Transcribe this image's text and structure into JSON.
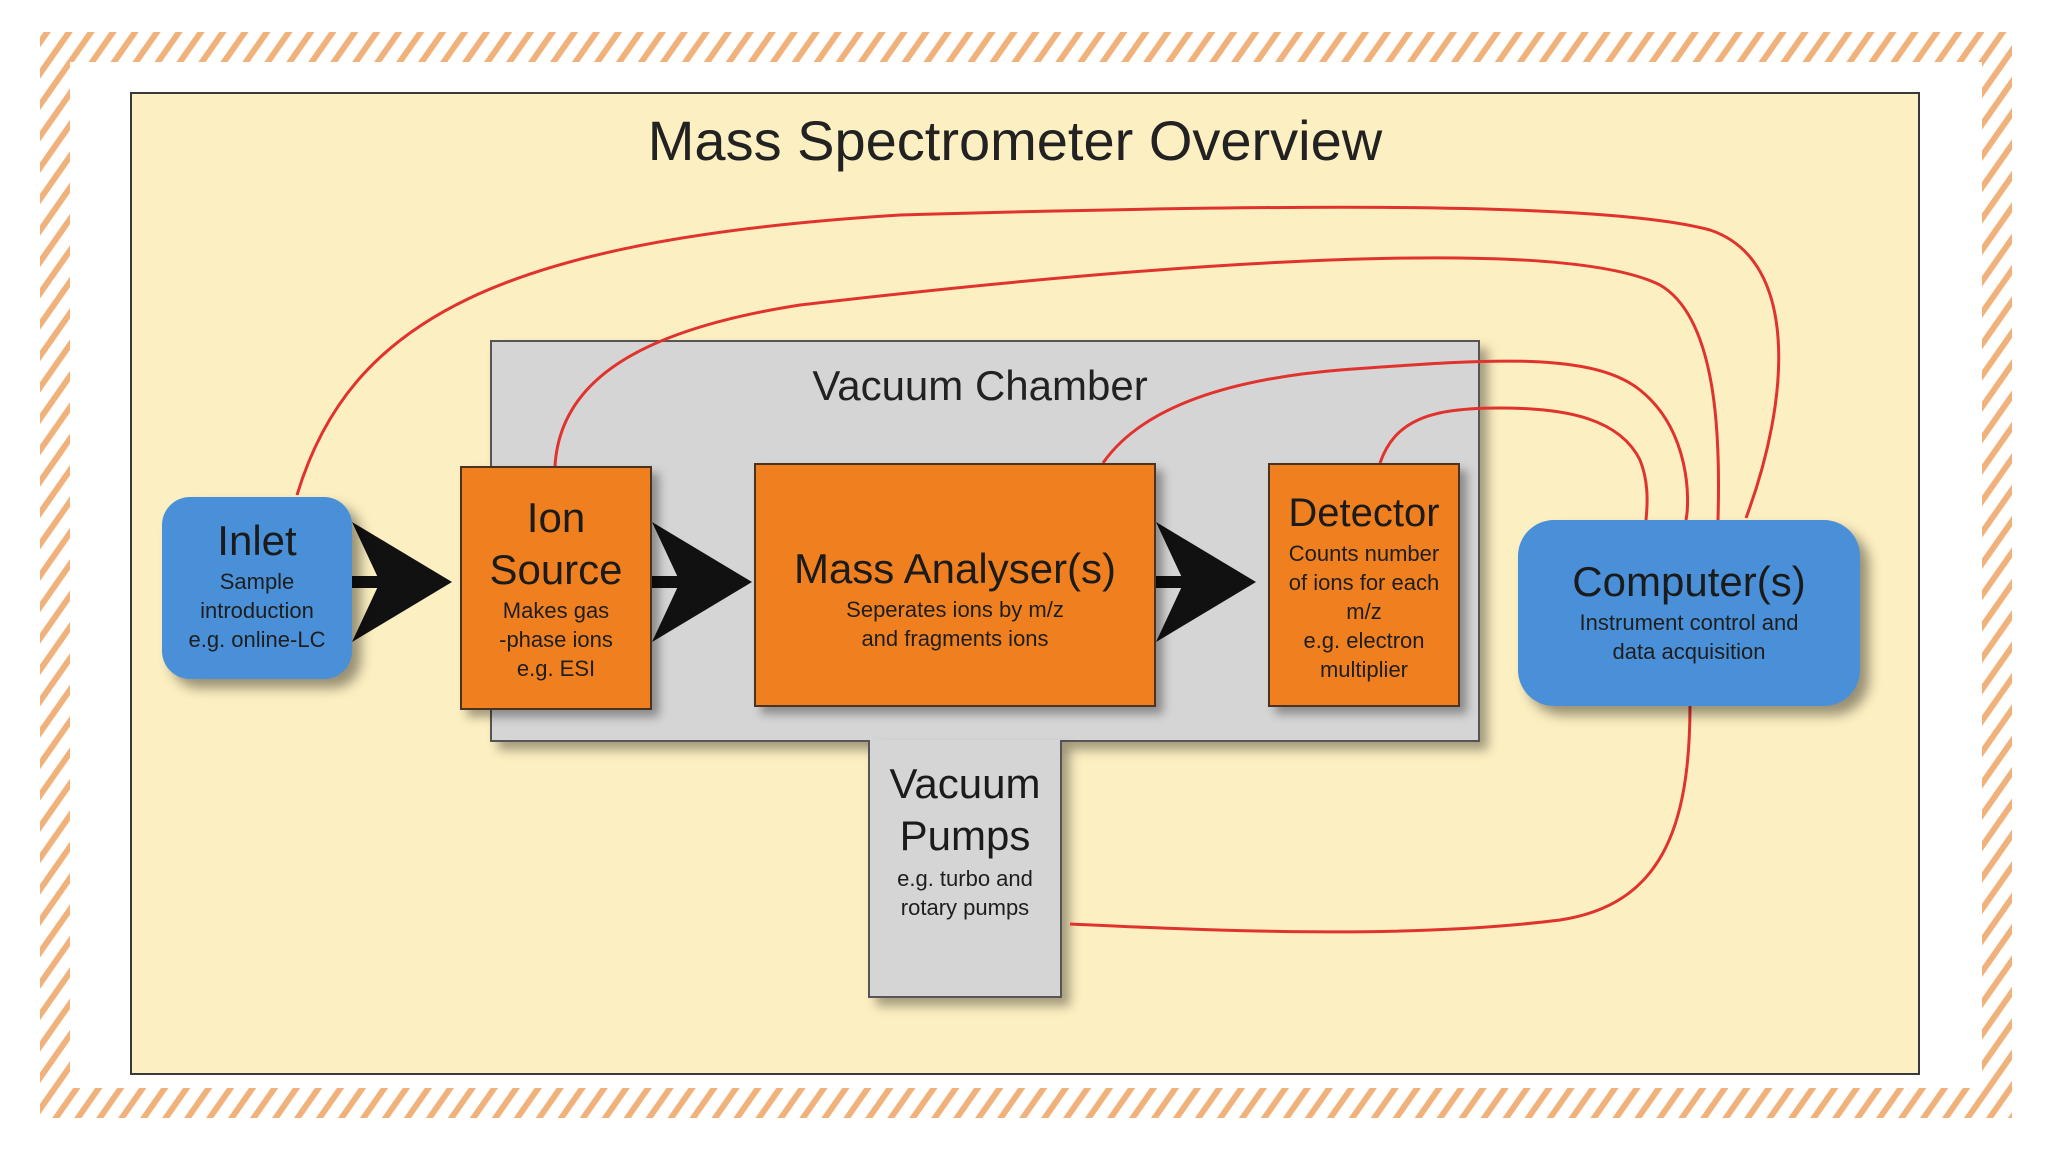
{
  "title": "Mass Spectrometer Overview",
  "vacuum_chamber": {
    "label": "Vacuum Chamber"
  },
  "inlet": {
    "name": "Inlet",
    "desc": [
      "Sample",
      "introduction",
      "e.g. online-LC"
    ]
  },
  "ion_source": {
    "name": [
      "Ion",
      "Source"
    ],
    "desc": [
      "Makes gas",
      "-phase ions",
      "e.g. ESI"
    ]
  },
  "mass_analyser": {
    "name": "Mass Analyser(s)",
    "desc": [
      "Seperates ions by m/z",
      "and fragments ions"
    ]
  },
  "detector": {
    "name": "Detector",
    "desc": [
      "Counts number",
      "of ions for each",
      "m/z",
      "e.g. electron",
      "multiplier"
    ]
  },
  "computer": {
    "name": "Computer(s)",
    "desc": [
      "Instrument control and",
      "data acquisition"
    ]
  },
  "vacuum_pumps": {
    "name": [
      "Vacuum",
      "Pumps"
    ],
    "desc": [
      "e.g. turbo and",
      "rotary pumps"
    ]
  },
  "colors": {
    "panel": "#fcefc1",
    "chamber": "#d5d5d5",
    "component": "#f07f1f",
    "endpoint": "#4a90d9",
    "wire": "#e0332e",
    "border_hatch": "#f0b27a"
  }
}
